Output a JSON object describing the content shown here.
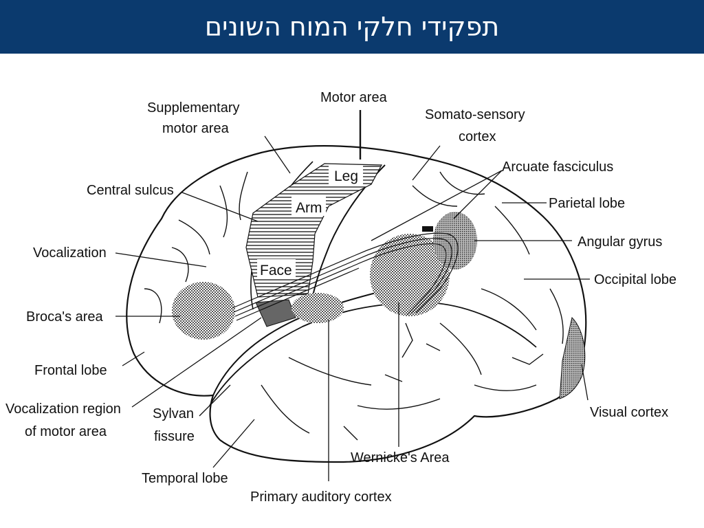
{
  "slide": {
    "title": "תפקידי חלקי המוח השונים"
  },
  "diagram": {
    "labels": {
      "supplementary_line1": "Supplementary",
      "supplementary_line2": "motor area",
      "motor_area": "Motor area",
      "somato_line1": "Somato-sensory",
      "somato_line2": "cortex",
      "arcuate": "Arcuate fasciculus",
      "central_sulcus": "Central sulcus",
      "parietal_lobe": "Parietal lobe",
      "angular_gyrus": "Angular gyrus",
      "vocalization": "Vocalization",
      "occipital_lobe": "Occipital lobe",
      "brocas_area": "Broca's area",
      "frontal_lobe": "Frontal lobe",
      "vocal_region_line1": "Vocalization region",
      "vocal_region_line2": "of motor area",
      "sylvan_line1": "Sylvan",
      "sylvan_line2": "fissure",
      "visual_cortex": "Visual cortex",
      "wernickes_area": "Wernicke's Area",
      "temporal_lobe": "Temporal lobe",
      "primary_auditory": "Primary auditory cortex"
    },
    "motor_strip": {
      "leg": "Leg",
      "arm": "Arm",
      "face": "Face"
    }
  }
}
